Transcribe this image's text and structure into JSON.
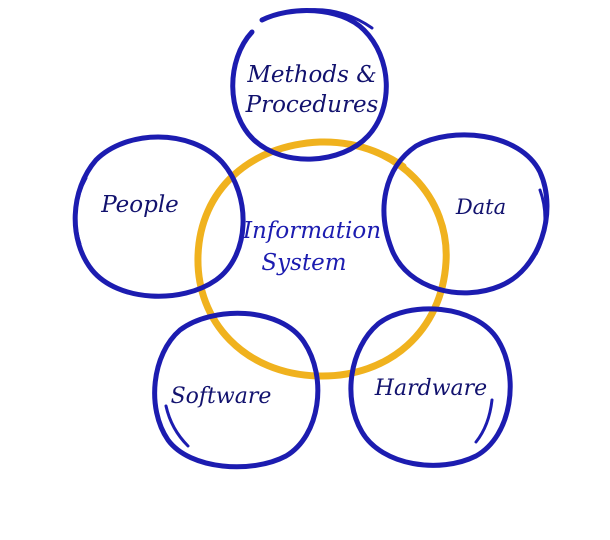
{
  "center": {
    "line1": "Information",
    "line2": "System"
  },
  "nodes": {
    "methods": {
      "line1": "Methods &",
      "line2": "Procedures"
    },
    "people": {
      "label": "People"
    },
    "data": {
      "label": "Data"
    },
    "software": {
      "label": "Software"
    },
    "hardware": {
      "label": "Hardware"
    }
  },
  "colors": {
    "ring": "#1c1cb0",
    "center_ring": "#f0b21e",
    "center_text": "#1c1cb0",
    "node_text": "#12126e"
  }
}
